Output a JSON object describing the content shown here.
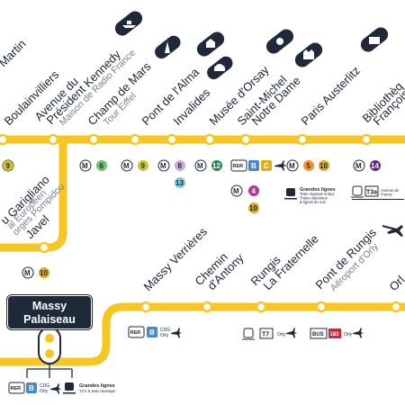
{
  "top_stations": [
    {
      "id": "bmartin",
      "l1": "Boulainvilliers",
      "l2": "",
      "sub1": ""
    },
    {
      "id": "kennedy",
      "l1": "Avenue du",
      "l2": "Président Kennedy",
      "sub1": "Maison de Radio France"
    },
    {
      "id": "champ",
      "l1": "Champ de Mars",
      "l2": "",
      "sub1": "Tour Eiffel"
    },
    {
      "id": "alma",
      "l1": "Pont de l'Alma",
      "l2": "",
      "sub1": ""
    },
    {
      "id": "invalides",
      "l1": "Invalides",
      "l2": "",
      "sub1": ""
    },
    {
      "id": "orsay",
      "l1": "Musée d'Orsay",
      "l2": "",
      "sub1": ""
    },
    {
      "id": "stmichel",
      "l1": "Saint-Michel",
      "l2": "Notre Dame",
      "sub1": ""
    },
    {
      "id": "austerlitz",
      "l1": "Paris Austerlitz",
      "l2": "",
      "sub1": ""
    },
    {
      "id": "biblio",
      "l1": "Bibliothèq",
      "l2": "François",
      "sub1": ""
    }
  ],
  "partial_top": "Martin",
  "left_stations": {
    "garigliano": "u Garigliano",
    "garigliano_sub1": "al Européen",
    "garigliano_sub2": "orges Pompidou",
    "javel": "Javel"
  },
  "bottom_stations": [
    {
      "id": "massy_verrieres",
      "l1": "Massy Verrières",
      "l2": ""
    },
    {
      "id": "chemin",
      "l1": "Chemin",
      "l2": "d'Antony"
    },
    {
      "id": "rungis",
      "l1": "Rungis",
      "l2": "La Fraternelle"
    },
    {
      "id": "pont_rungis",
      "l1": "Pont de Rungis",
      "l2": "",
      "sub": "Aéroport d'Orly"
    },
    {
      "id": "orl",
      "l1": "Orl",
      "l2": ""
    }
  ],
  "massy_tag": {
    "l1": "Massy",
    "l2": "Palaiseau"
  },
  "metro": {
    "m": "M",
    "l9": "9",
    "l6": "6",
    "l8": "8",
    "l12": "12",
    "l13": "13",
    "l4": "4",
    "l5": "5",
    "l10": "10",
    "l14": "14"
  },
  "rer": {
    "rer": "RER",
    "b": "B",
    "c": "C",
    "cdg": "CDG",
    "orly": "Orly"
  },
  "services": {
    "grandes_lignes": "Grandes lignes",
    "gl_sub1": "Train régional et Bus",
    "gl_sub2": "Trains nationaux",
    "gl_sub3": "& lignes de nuit",
    "t3a": "T3a",
    "aeroport": "Avenue de",
    "aeroport2": "France",
    "t7": "T7",
    "bus": "BUS",
    "bus183": "183",
    "orly_small": "Orly",
    "gl_bottom": "Grandes lignes",
    "gl_bottom_sub": "TGV & train classique"
  },
  "colors": {
    "line": "#f7c623",
    "navy": "#1e2a3a",
    "m6": "#6ebf73",
    "m9": "#c9c231",
    "m8": "#cca9d3",
    "m12": "#1f8b4c",
    "m13": "#86c5d8",
    "m4": "#b2349c",
    "m5": "#f39237",
    "m10": "#d9a921",
    "m14": "#5f2c83",
    "rerB": "#4a88c6",
    "rerC": "#d8b017",
    "bus": "#d7233c"
  }
}
